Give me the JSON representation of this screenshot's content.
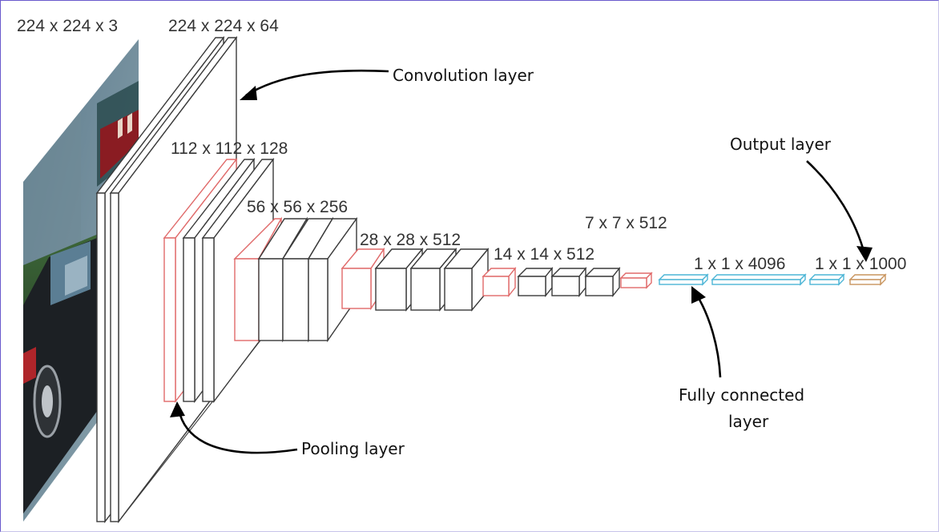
{
  "layer_dims": {
    "input": "224 x 224 x 3",
    "conv1": "224 x 224 x 64",
    "conv2": "112 x 112 x 128",
    "conv3": "56 x 56 x 256",
    "conv4": "28 x 28 x 512",
    "conv5": "14 x 14 x 512",
    "pool5": "7 x 7 x 512",
    "fc": "1 x 1 x 4096",
    "output": "1 x 1 x 1000"
  },
  "annotations": {
    "convolution": "Convolution layer",
    "pooling": "Pooling layer",
    "fully_connected_line1": "Fully connected",
    "fully_connected_line2": "layer",
    "output": "Output layer"
  },
  "colors": {
    "convolution_block": "#3a3a3a",
    "pooling_block": "#e06a6a",
    "fully_connected_block": "#4cb5d6",
    "output_block": "#c9955e",
    "frame_border": "#6a5acd"
  },
  "input_image": {
    "subject": "black car photo"
  }
}
